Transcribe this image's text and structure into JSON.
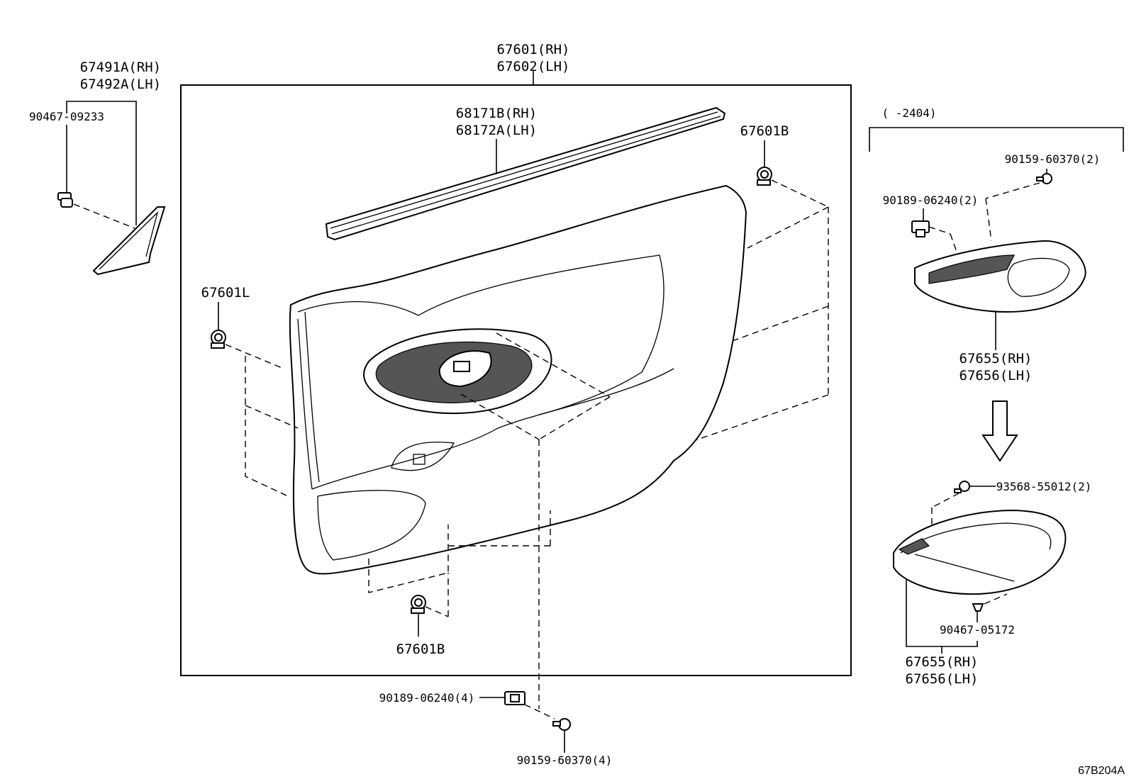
{
  "labels": {
    "door_board_rh": "67601(RH)",
    "door_board_lh": "67602(LH)",
    "cover_rh": "67491A(RH)",
    "cover_lh": "67492A(LH)",
    "clip_cover": "90467-09233",
    "weatherstrip_rh": "68171B(RH)",
    "weatherstrip_lh": "68172A(LH)",
    "clip_top_right": "67601B",
    "clip_left": "67601L",
    "clip_bottom": "67601B",
    "nut_bottom": "90189-06240(4)",
    "screw_bottom": "90159-60370(4)",
    "date_range": "(    -2404)",
    "screw_inset": "90159-60370(2)",
    "nut_inset": "90189-06240(2)",
    "armrest_top_rh": "67655(RH)",
    "armrest_top_lh": "67656(LH)",
    "screw_lower": "93568-55012(2)",
    "clip_lower": "90467-05172",
    "armrest_bottom_rh": "67655(RH)",
    "armrest_bottom_lh": "67656(LH)",
    "diagram_ref": "67B204A"
  }
}
